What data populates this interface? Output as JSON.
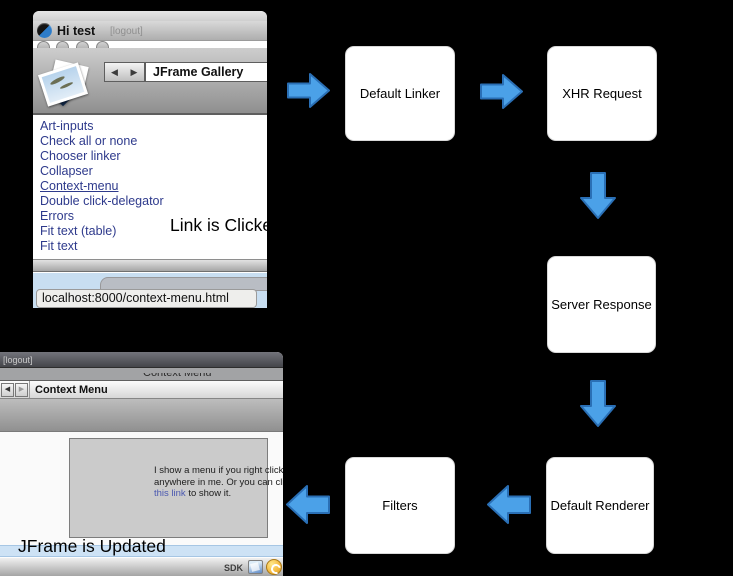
{
  "flow": {
    "arrow_color": "#4ba1e8",
    "arrow_border": "#2a6fb5",
    "boxes": {
      "default_linker": "Default Linker",
      "xhr_request": "XHR Request",
      "server_response": "Server Response",
      "default_renderer": "Default Renderer",
      "filters": "Filters"
    },
    "annotations": {
      "link_clicked": "Link is Clicked",
      "jframe_updated": "JFrame is Updated"
    }
  },
  "top_window": {
    "titlebar": {
      "title": "Hi test",
      "logout": "[logout]"
    },
    "toolbar": {
      "back": "◀",
      "forward": "▶",
      "page_title": "JFrame Gallery"
    },
    "links": [
      "Art-inputs",
      "Check all or none",
      "Chooser linker",
      "Collapser",
      "Context-menu",
      "Double click-delegator",
      "Errors",
      "Fit text (table)",
      "Fit text"
    ],
    "active_link": "Context-menu",
    "status_url": "localhost:8000/context-menu.html"
  },
  "bottom_window": {
    "titlebar": {
      "logout": "[logout]"
    },
    "page_heading_clipped": "Context Menu",
    "toolbar": {
      "back": "◀",
      "forward": "▶",
      "page_title": "Context Menu"
    },
    "content": {
      "line1": "I show a menu if you right click",
      "line2": "anywhere in me. Or you can click",
      "link_text": "this link",
      "line3_rest": " to show it."
    },
    "taskbar": {
      "sdk_label": "SDK"
    }
  }
}
